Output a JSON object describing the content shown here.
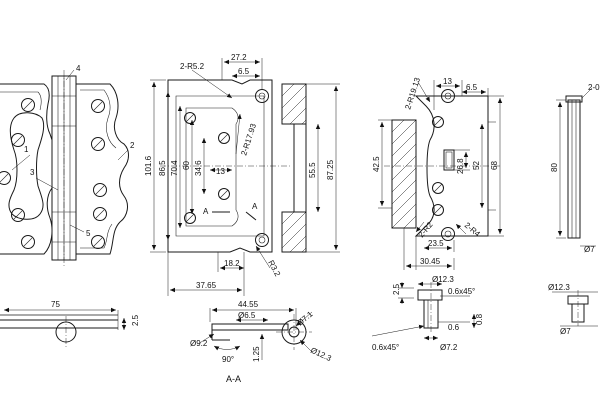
{
  "view1": {
    "callouts": [
      "1",
      "2",
      "3",
      "4",
      "5"
    ],
    "bottom_dims": [
      "75",
      "2.5"
    ]
  },
  "view2": {
    "dims": [
      "27.2",
      "6.5",
      "2-R5.2",
      "2-R17.93",
      "101.6",
      "86.5",
      "70.4",
      "60",
      "34.6",
      "13",
      "55.5",
      "87.25",
      "18.2",
      "37.65",
      "R3.2",
      "A",
      "A"
    ],
    "section": {
      "dims": [
        "44.55",
        "Ø6.5",
        "Ø7.1",
        "Ø9.2",
        "Ø12.3",
        "90°",
        "1.25"
      ],
      "label": "A-A"
    }
  },
  "view3": {
    "dims": [
      "13",
      "6.5",
      "2-R19.13",
      "42.5",
      "26.8",
      "52",
      "68",
      "2-R2",
      "2-R4",
      "23.5",
      "30.45"
    ],
    "detail": [
      "2.5",
      "Ø12.3",
      "0.6x45°",
      "0.6",
      "0.8",
      "0.6x45°",
      "Ø7.2"
    ]
  },
  "view4": {
    "dims": [
      "80",
      "2-0",
      "Ø7",
      "Ø12.3",
      "Ø7"
    ]
  }
}
